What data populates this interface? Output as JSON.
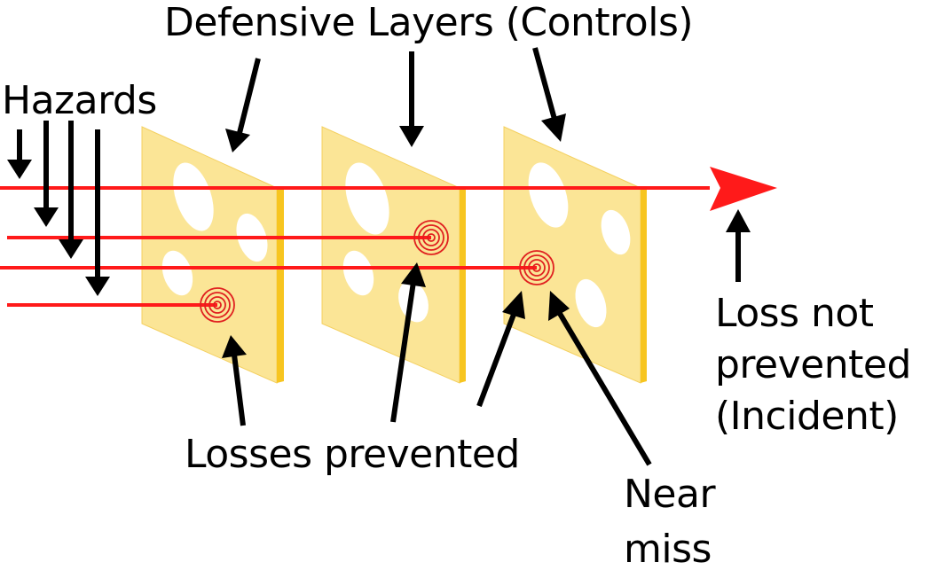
{
  "labels": {
    "title": "Defensive Layers (Controls)",
    "hazards": "Hazards",
    "losses_prevented": "Losses prevented",
    "loss_not_prevented": [
      "Loss not",
      "prevented",
      "(Incident)"
    ],
    "near_miss": [
      "Near",
      "miss"
    ]
  },
  "colors": {
    "slice_face": "#FBE596",
    "slice_edge": "#F7C520",
    "hole": "#FFFFFF",
    "hazard_line": "#FF1A1A",
    "stop_mark": "#E02020",
    "arrow": "#000000",
    "text": "#000000"
  },
  "icons": {
    "slice": "cheese-slice",
    "hazard": "hazard-line",
    "stop": "concentric-circles-stop-mark",
    "pointer": "pointer-arrow",
    "incident": "red-arrowhead"
  }
}
